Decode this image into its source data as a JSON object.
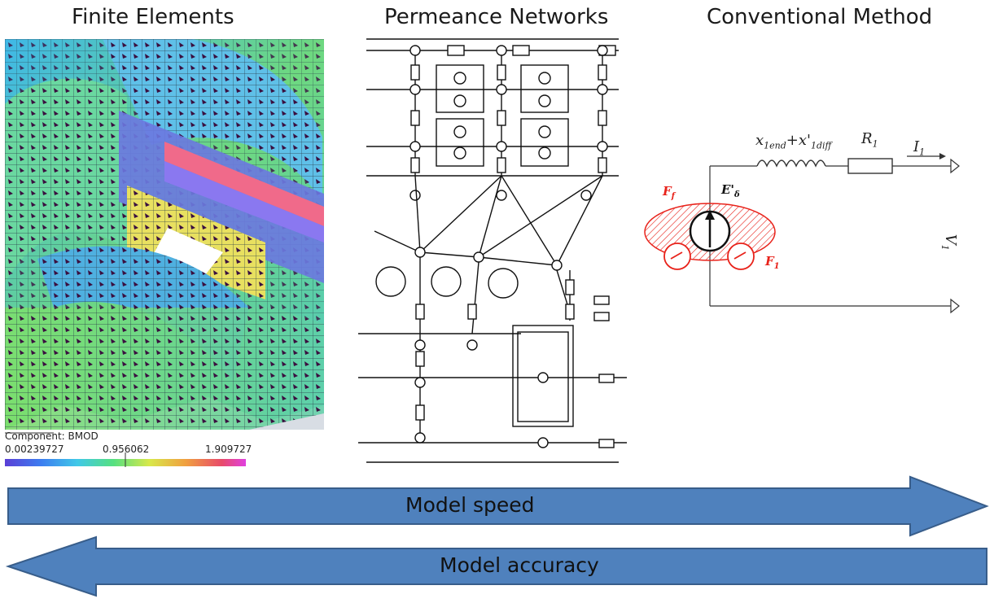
{
  "headings": {
    "finite_elements": "Finite Elements",
    "permeance_networks": "Permeance Networks",
    "conventional_method": "Conventional Method"
  },
  "colorbar": {
    "component": "Component: BMOD",
    "min": "0.00239727",
    "mid": "0.956062",
    "max": "1.909727"
  },
  "circuit": {
    "reactance_label": "x",
    "reactance_sub": "1end",
    "plus_x": "+x'",
    "reactance_sub2": "1diff",
    "resistor": "R",
    "resistor_sub": "1",
    "current": "I",
    "current_sub": "1",
    "voltage": "V",
    "voltage_sub": "1",
    "emf": "E'",
    "emf_sub": "δ",
    "F_f": "F",
    "F_f_sub": "f",
    "F_1": "F",
    "F_1_sub": "1"
  },
  "arrows": {
    "speed": "Model speed",
    "accuracy": "Model accuracy"
  },
  "colors": {
    "arrow_fill": "#4F81BD",
    "arrow_stroke": "#385D8A",
    "red": "#e8221a"
  }
}
